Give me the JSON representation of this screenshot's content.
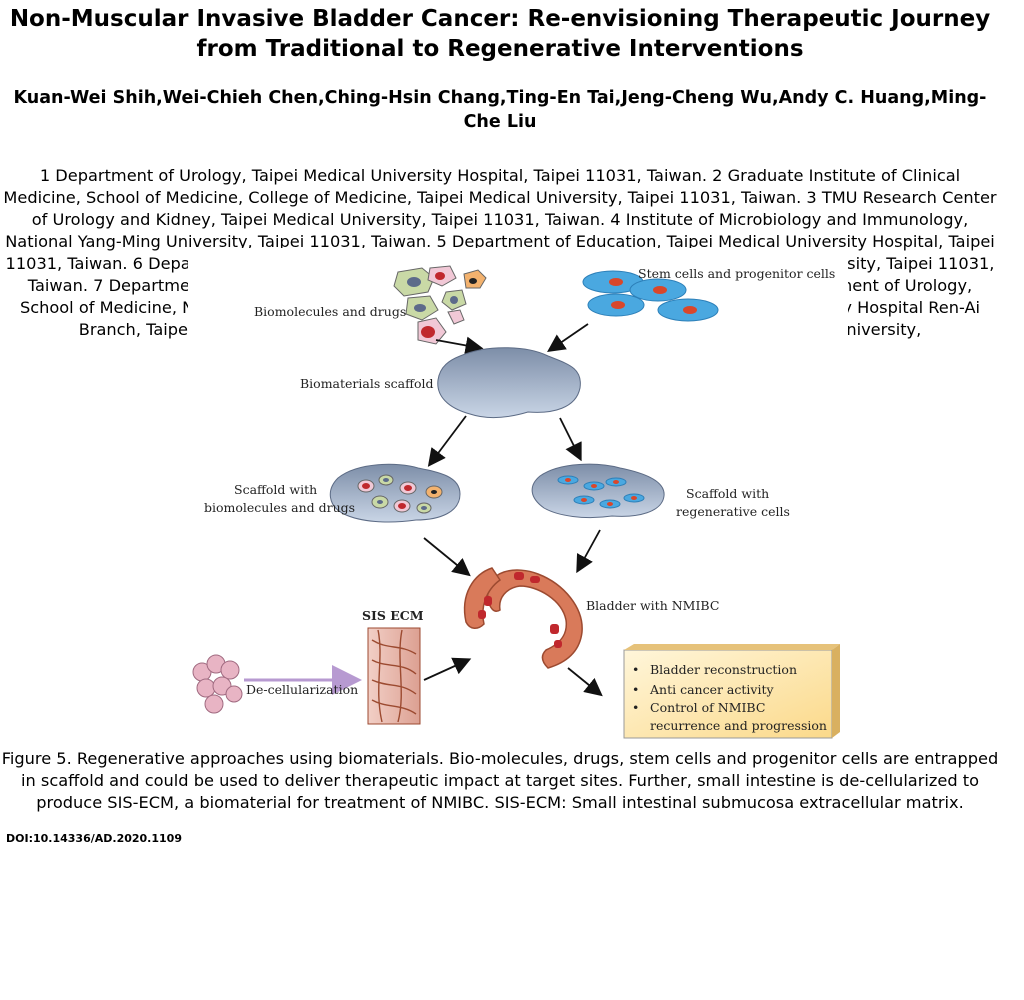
{
  "paper": {
    "title": "Non-Muscular Invasive Bladder Cancer: Re-envisioning Therapeutic Journey from Traditional to Regenerative Interventions",
    "authors": "Kuan-Wei Shih,Wei-Chieh Chen,Ching-Hsin Chang,Ting-En Tai,Jeng-Cheng Wu,Andy C. Huang,Ming-Che Liu",
    "affiliations": "1 Department of Urology, Taipei Medical University Hospital, Taipei 11031, Taiwan. 2 Graduate Institute of Clinical Medicine, School of Medicine, College of Medicine, Taipei Medical University, Taipei 11031, Taiwan. 3 TMU Research Center of Urology and Kidney, Taipei Medical University, Taipei 11031, Taiwan. 4 Institute of Microbiology and Immunology, National Yang-Ming University, Taipei 11031, Taiwan. 5 Department of Education, Taipei Medical University Hospital, Taipei 11031, Taiwan. 6 Department of Urology, School of Medicine, College of Medicine, Taipei Medical University, Taipei 11031, Taiwan. 7 Department of Urology, Taipei Medical University Hospital, Taipei 11031, Taiwan. 8 Department of Urology, School of Medicine, National Yang-Ming University, Taipei, Taiwan. 9 Department of Urology, Taipei City Hospital Ren-Ai Branch, Taipei 10629, Taiwan. 10 Department of Urology, College of Medicine, Taipei Medical University,",
    "caption": "Figure 5.   Regenerative approaches using biomaterials. Bio-molecules, drugs, stem cells and progenitor cells are entrapped in scaffold and could be used to deliver therapeutic impact at target sites. Further, small intestine is de-cellularized to produce SIS-ECM, a biomaterial for treatment of NMIBC. SIS-ECM: Small intestinal submucosa extracellular matrix.",
    "doi": "DOI:10.14336/AD.2020.1109"
  },
  "figure": {
    "labels": {
      "biomolecules": "Biomolecules and drugs",
      "stem_cells": "Stem cells and progenitor cells",
      "scaffold": "Biomaterials scaffold",
      "scaffold_drugs_1": "Scaffold with",
      "scaffold_drugs_2": "biomolecules and drugs",
      "scaffold_regen_1": "Scaffold with",
      "scaffold_regen_2": "regenerative cells",
      "bladder": "Bladder with NMIBC",
      "sis_ecm": "SIS ECM",
      "decell": "De-cellularization"
    },
    "outcomes": [
      "Bladder reconstruction",
      "Anti cancer activity",
      "Control of NMIBC",
      "recurrence and progression"
    ],
    "colors": {
      "scaffold": "#aab9cf",
      "stem_cell": "#4aa8e0",
      "nucleus": "#d9472b",
      "bladder": "#d97a5a",
      "ecm": "#e8b4a8",
      "outcome_box": "#fbe4a8"
    }
  }
}
